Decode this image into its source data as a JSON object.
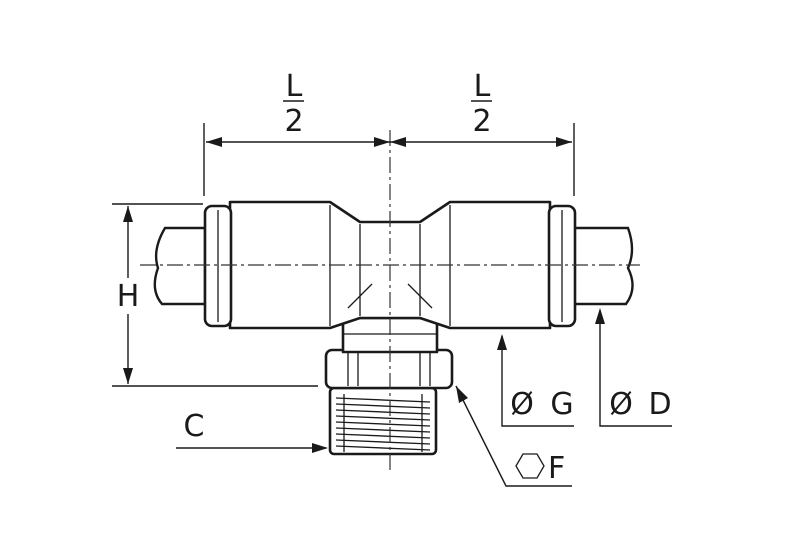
{
  "diagram": {
    "dimensions": {
      "left_length": {
        "numerator": "L",
        "denominator": "2"
      },
      "right_length": {
        "numerator": "L",
        "denominator": "2"
      },
      "height": "H",
      "thread": "C",
      "hex": {
        "symbol": "⬡",
        "letter": "F"
      },
      "diameter_g": {
        "symbol": "Ø",
        "letter": "G"
      },
      "diameter_d": {
        "symbol": "Ø",
        "letter": "D"
      }
    }
  }
}
